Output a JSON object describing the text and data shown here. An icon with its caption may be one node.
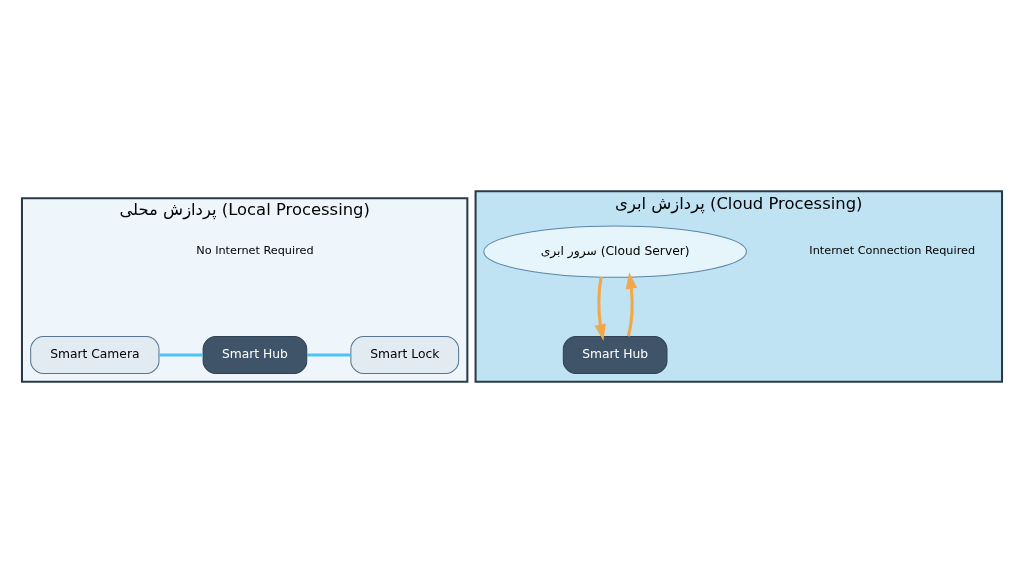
{
  "diagram": {
    "nodes": [
      {
        "text": [
          "پردازش محلی (Local Processing)"
        ]
      },
      {
        "text": [
          "Smart Camera"
        ],
        "in": 0
      },
      {
        "text": [
          "Smart Hub"
        ],
        "in": 0
      },
      {
        "text": [
          "Smart Lock"
        ],
        "in": 0
      },
      {
        "text": [
          "پردازش ابری (Cloud Processing)"
        ]
      },
      {
        "text": [
          "سرور ابری (Cloud Server)"
        ],
        "in": 4
      },
      {
        "text": [
          "Smart Hub"
        ],
        "in": 4
      }
    ],
    "edges": [
      {
        "from": 1,
        "to": 2,
        "arrow": "none",
        "color": "#4fc3f7"
      },
      {
        "from": 2,
        "to": 3,
        "arrow": "none",
        "color": "#4fc3f7"
      },
      {
        "from": 6,
        "to": 5,
        "arrow": "to",
        "color": "#f0a848"
      },
      {
        "from": 5,
        "to": 6,
        "arrow": "to",
        "color": "#f0a848"
      }
    ],
    "labels": [
      "No Internet Required",
      "Internet Connection Required"
    ]
  }
}
